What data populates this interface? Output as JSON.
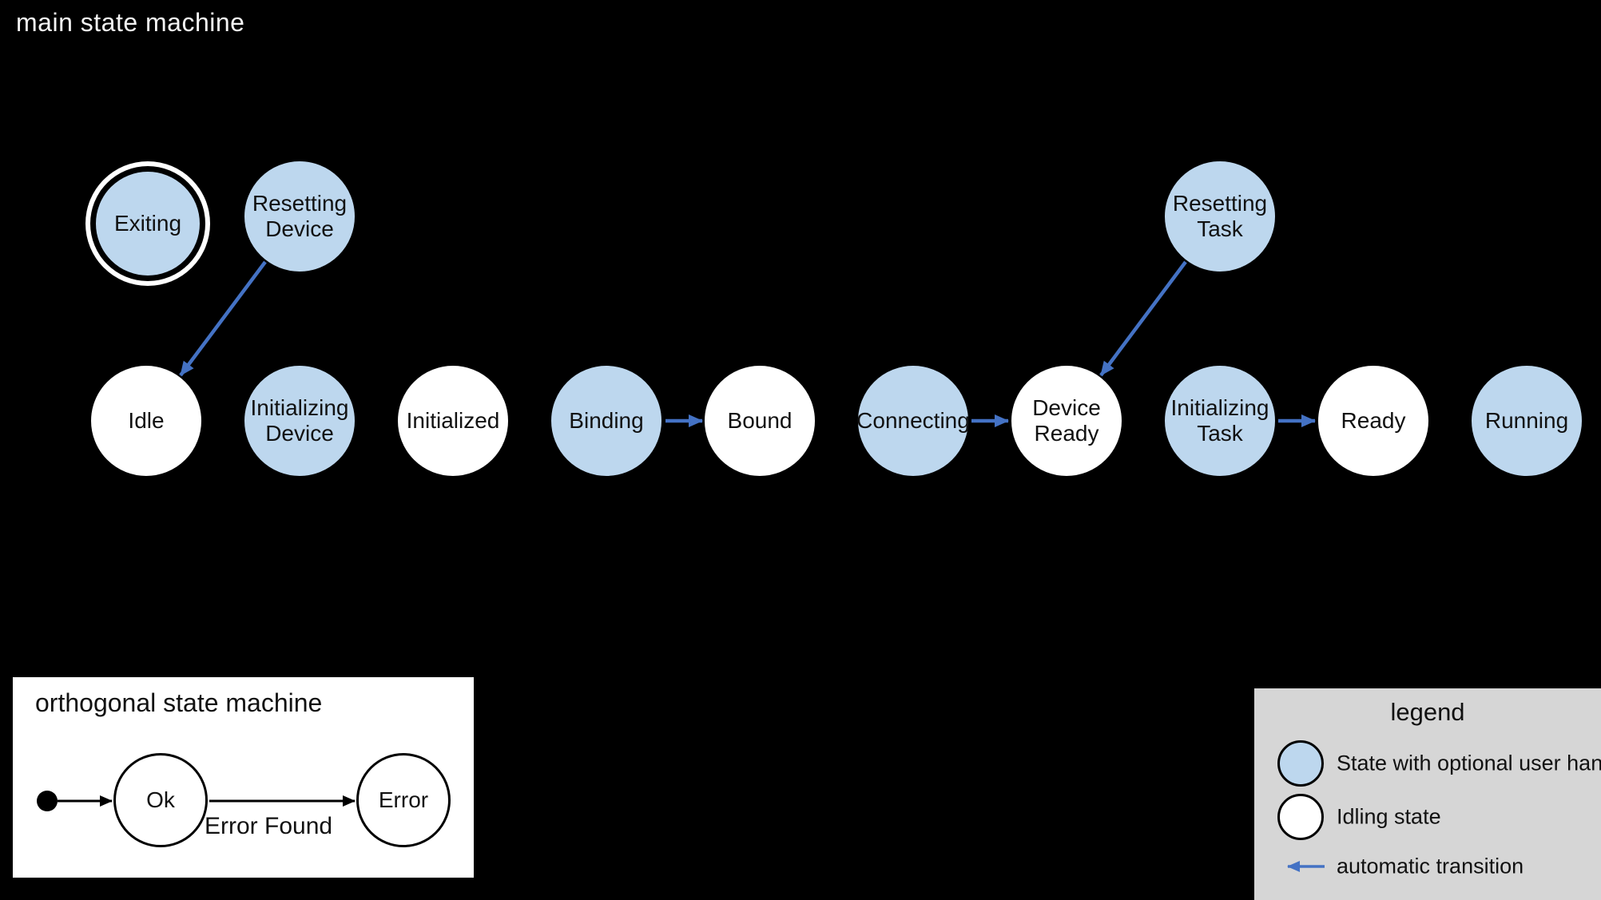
{
  "main_machine": {
    "title": "main state machine",
    "states": [
      {
        "name": "exiting",
        "label": "Exiting",
        "kind": "user-handler",
        "final": true
      },
      {
        "name": "resetting-device",
        "label": "Resetting\nDevice",
        "kind": "user-handler",
        "final": false
      },
      {
        "name": "resetting-task",
        "label": "Resetting\nTask",
        "kind": "user-handler",
        "final": false
      },
      {
        "name": "idle",
        "label": "Idle",
        "kind": "idling",
        "final": false
      },
      {
        "name": "initializing-device",
        "label": "Initializing\nDevice",
        "kind": "user-handler",
        "final": false
      },
      {
        "name": "initialized",
        "label": "Initialized",
        "kind": "idling",
        "final": false
      },
      {
        "name": "binding",
        "label": "Binding",
        "kind": "user-handler",
        "final": false
      },
      {
        "name": "bound",
        "label": "Bound",
        "kind": "idling",
        "final": false
      },
      {
        "name": "connecting",
        "label": "Connecting",
        "kind": "user-handler",
        "final": false
      },
      {
        "name": "device-ready",
        "label": "Device\nReady",
        "kind": "idling",
        "final": false
      },
      {
        "name": "initializing-task",
        "label": "Initializing\nTask",
        "kind": "user-handler",
        "final": false
      },
      {
        "name": "ready",
        "label": "Ready",
        "kind": "idling",
        "final": false
      },
      {
        "name": "running",
        "label": "Running",
        "kind": "user-handler",
        "final": false
      }
    ],
    "transitions": [
      {
        "from": "Resetting Device",
        "to": "Idle",
        "type": "automatic"
      },
      {
        "from": "Resetting Task",
        "to": "Device Ready",
        "type": "automatic"
      },
      {
        "from": "Binding",
        "to": "Bound",
        "type": "automatic"
      },
      {
        "from": "Connecting",
        "to": "Device Ready",
        "type": "automatic"
      },
      {
        "from": "Initializing Task",
        "to": "Ready",
        "type": "automatic"
      }
    ]
  },
  "orthogonal_machine": {
    "title": "orthogonal state machine",
    "states": [
      {
        "name": "ok",
        "label": "Ok"
      },
      {
        "name": "error",
        "label": "Error"
      }
    ],
    "transitions": [
      {
        "from": "Ok",
        "to": "Error",
        "label": "Error Found"
      }
    ]
  },
  "legend": {
    "title": "legend",
    "items": [
      {
        "icon": "user-handler-state-icon",
        "label": "State with optional user handler"
      },
      {
        "icon": "idling-state-icon",
        "label": "Idling state"
      },
      {
        "icon": "automatic-transition-arrow-icon",
        "label": "automatic transition"
      }
    ]
  },
  "colors": {
    "canvas_background": "#000000",
    "state_blue_fill": "#BDD7EE",
    "state_white_fill": "#FFFFFF",
    "transition_blue": "#4472C4",
    "legend_background": "#D6D6D6"
  }
}
